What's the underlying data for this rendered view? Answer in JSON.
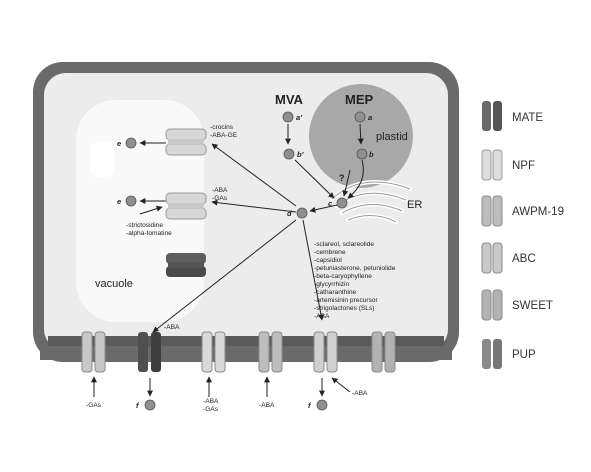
{
  "pathways": {
    "mva": "MVA",
    "mep": "MEP",
    "plastid": "plastid",
    "er": "ER",
    "vacuole": "vacuole",
    "question_mark": "?"
  },
  "nodes": {
    "a_prime": "a'",
    "a": "a",
    "b_prime": "b'",
    "b": "b",
    "c": "c",
    "d": "d",
    "e_top": "e",
    "e_mid": "e",
    "f_left": "f",
    "f_right": "f"
  },
  "substrates": {
    "vacuole_top": [
      "-crocins",
      "-ABA-GE"
    ],
    "vacuole_mid": [
      "-ABA",
      "-GAs"
    ],
    "vacuole_import": [
      "-strictosidine",
      "-alpha-tomatine"
    ],
    "efflux_list": [
      "-sclareol, sclareolide",
      "-cembrene",
      "-capsidiol",
      "-petuniasterone, petuniolide",
      "-beta-caryophyllene",
      "-glycyrrhizin",
      "-catharanthine",
      "-artemisinin precursor",
      "-strigolactones (SLs)",
      "-ABA"
    ],
    "pm_mate": "-ABA",
    "uptake_gas": "-GAs",
    "uptake_aba_gas": [
      "-ABA",
      "-GAs"
    ],
    "uptake_aba": "-ABA",
    "uptake_aba_right": "-ABA"
  },
  "legend": {
    "items": [
      {
        "label": "MATE",
        "color": "#6b6b6b"
      },
      {
        "label": "NPF",
        "color": "#dcdcdc"
      },
      {
        "label": "AWPM-19",
        "color": "#bdbdbd"
      },
      {
        "label": "ABC",
        "color": "#c9c9c9"
      },
      {
        "label": "SWEET",
        "color": "#b2b2b2"
      },
      {
        "label": "PUP",
        "color": "#8a8a8a"
      }
    ]
  }
}
